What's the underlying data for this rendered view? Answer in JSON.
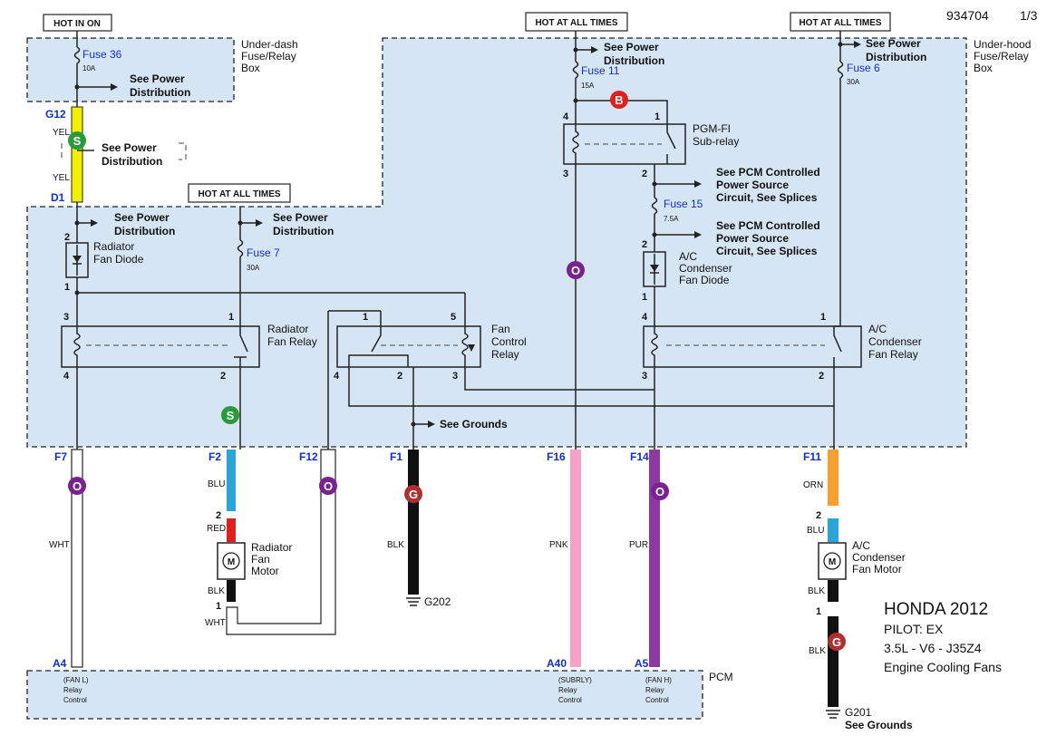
{
  "doc": {
    "number": "934704",
    "page": "1/3"
  },
  "hot": {
    "on": "HOT IN ON",
    "all1": "HOT AT ALL TIMES",
    "all2": "HOT AT ALL TIMES",
    "all3": "HOT AT ALL TIMES"
  },
  "boxes": {
    "underdash_1": "Under-dash",
    "underdash_2": "Fuse/Relay",
    "underdash_3": "Box",
    "underhood_1": "Under-hood",
    "underhood_2": "Fuse/Relay",
    "underhood_3": "Box"
  },
  "power_dist": {
    "see_power": "See Power",
    "distribution": "Distribution"
  },
  "fuses": {
    "f36": {
      "name": "Fuse 36",
      "rating": "10A"
    },
    "f11": {
      "name": "Fuse 11",
      "rating": "15A"
    },
    "f6": {
      "name": "Fuse 6",
      "rating": "30A"
    },
    "f7": {
      "name": "Fuse 7",
      "rating": "30A"
    },
    "f15": {
      "name": "Fuse 15",
      "rating": "7.5A"
    }
  },
  "connectors": {
    "g12": "G12",
    "d1": "D1",
    "f7": "F7",
    "f2": "F2",
    "f12": "F12",
    "f1": "F1",
    "f16": "F16",
    "f14": "F14",
    "f11": "F11",
    "a4": "A4",
    "a40": "A40",
    "a5": "A5"
  },
  "wire_colors": {
    "yel": "YEL",
    "blu": "BLU",
    "red": "RED",
    "blk": "BLK",
    "wht": "WHT",
    "pnk": "PNK",
    "pur": "PUR",
    "orn": "ORN"
  },
  "components": {
    "rad_diode_1": "Radiator",
    "rad_diode_2": "Fan Diode",
    "rad_relay_1": "Radiator",
    "rad_relay_2": "Fan Relay",
    "fan_ctrl_1": "Fan",
    "fan_ctrl_2": "Control",
    "fan_ctrl_3": "Relay",
    "pgm_1": "PGM-FI",
    "pgm_2": "Sub-relay",
    "ac_diode_1": "A/C",
    "ac_diode_2": "Condenser",
    "ac_diode_3": "Fan Diode",
    "ac_relay_1": "A/C",
    "ac_relay_2": "Condenser",
    "ac_relay_3": "Fan Relay",
    "rad_motor_1": "Radiator",
    "rad_motor_2": "Fan",
    "rad_motor_3": "Motor",
    "ac_motor_1": "A/C",
    "ac_motor_2": "Condenser",
    "ac_motor_3": "Fan Motor",
    "pcm": "PCM"
  },
  "pcm_circuit_1": "See PCM Controlled",
  "pcm_circuit_2": "Power Source",
  "pcm_circuit_3": "Circuit, See Splices",
  "see_grounds": "See Grounds",
  "grounds": {
    "g202": "G202",
    "g201": "G201",
    "g201_see": "See Grounds"
  },
  "pcm_pins": {
    "a4_1": "(FAN L)",
    "a4_2": "Relay",
    "a4_3": "Control",
    "a40_1": "(SUBRLY)",
    "a40_2": "Relay",
    "a40_3": "Control",
    "a5_1": "(FAN H)",
    "a5_2": "Relay",
    "a5_3": "Control"
  },
  "switch_letters": {
    "s": "S",
    "o": "O",
    "g": "G",
    "b": "B"
  },
  "vehicle": {
    "make": "HONDA 2012",
    "model": "PILOT: EX",
    "engine": "3.5L - V6 - J35Z4",
    "system": "Engine Cooling Fans"
  },
  "pins": {
    "p1": "1",
    "p2": "2",
    "p3": "3",
    "p4": "4",
    "p5": "5"
  },
  "colors": {
    "box_fill": "#d6e5f3",
    "yellow": "#f0f000",
    "blue_wire": "#2aa5d6",
    "red_wire": "#e02020",
    "pink_wire": "#f7a1c8",
    "purple_wire": "#8a3aa0",
    "orange_wire": "#f5a030",
    "black_wire": "#111111",
    "label_blue": "#1030c8",
    "circle_o": "#7a2290",
    "circle_g": "#b03030",
    "circle_s": "#2a9a3a",
    "circle_b": "#e02020"
  }
}
